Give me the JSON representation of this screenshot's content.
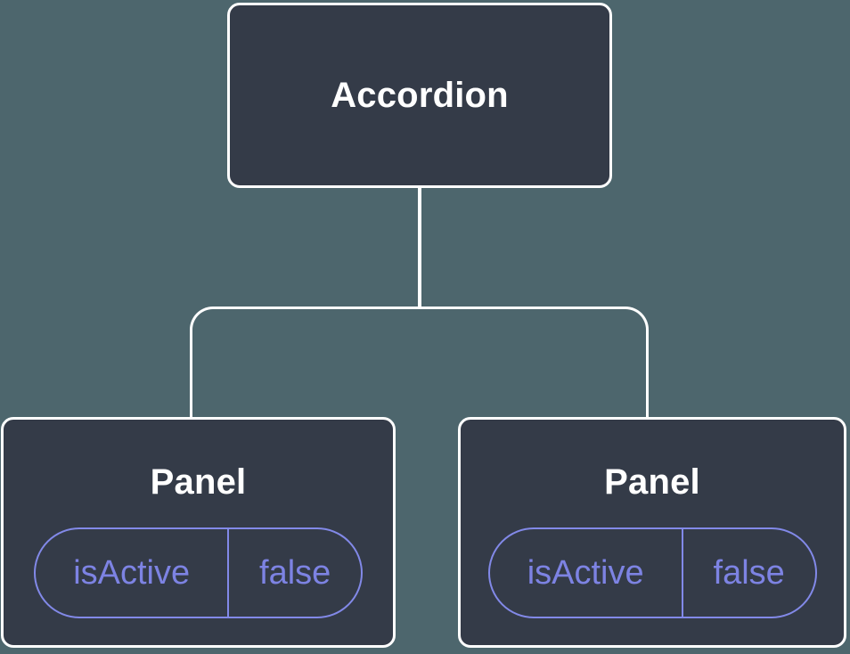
{
  "diagram": {
    "type": "component-tree",
    "colors": {
      "background": "#4d666d",
      "node_fill": "#343b48",
      "node_border": "#ffffff",
      "connector": "#ffffff",
      "accent_border": "#8289e8",
      "accent_text": "#7d83e3",
      "title_text": "#ffffff"
    },
    "root": {
      "label": "Accordion"
    },
    "children": [
      {
        "label": "Panel",
        "props": [
          {
            "name": "isActive",
            "value": "false"
          }
        ]
      },
      {
        "label": "Panel",
        "props": [
          {
            "name": "isActive",
            "value": "false"
          }
        ]
      }
    ]
  }
}
